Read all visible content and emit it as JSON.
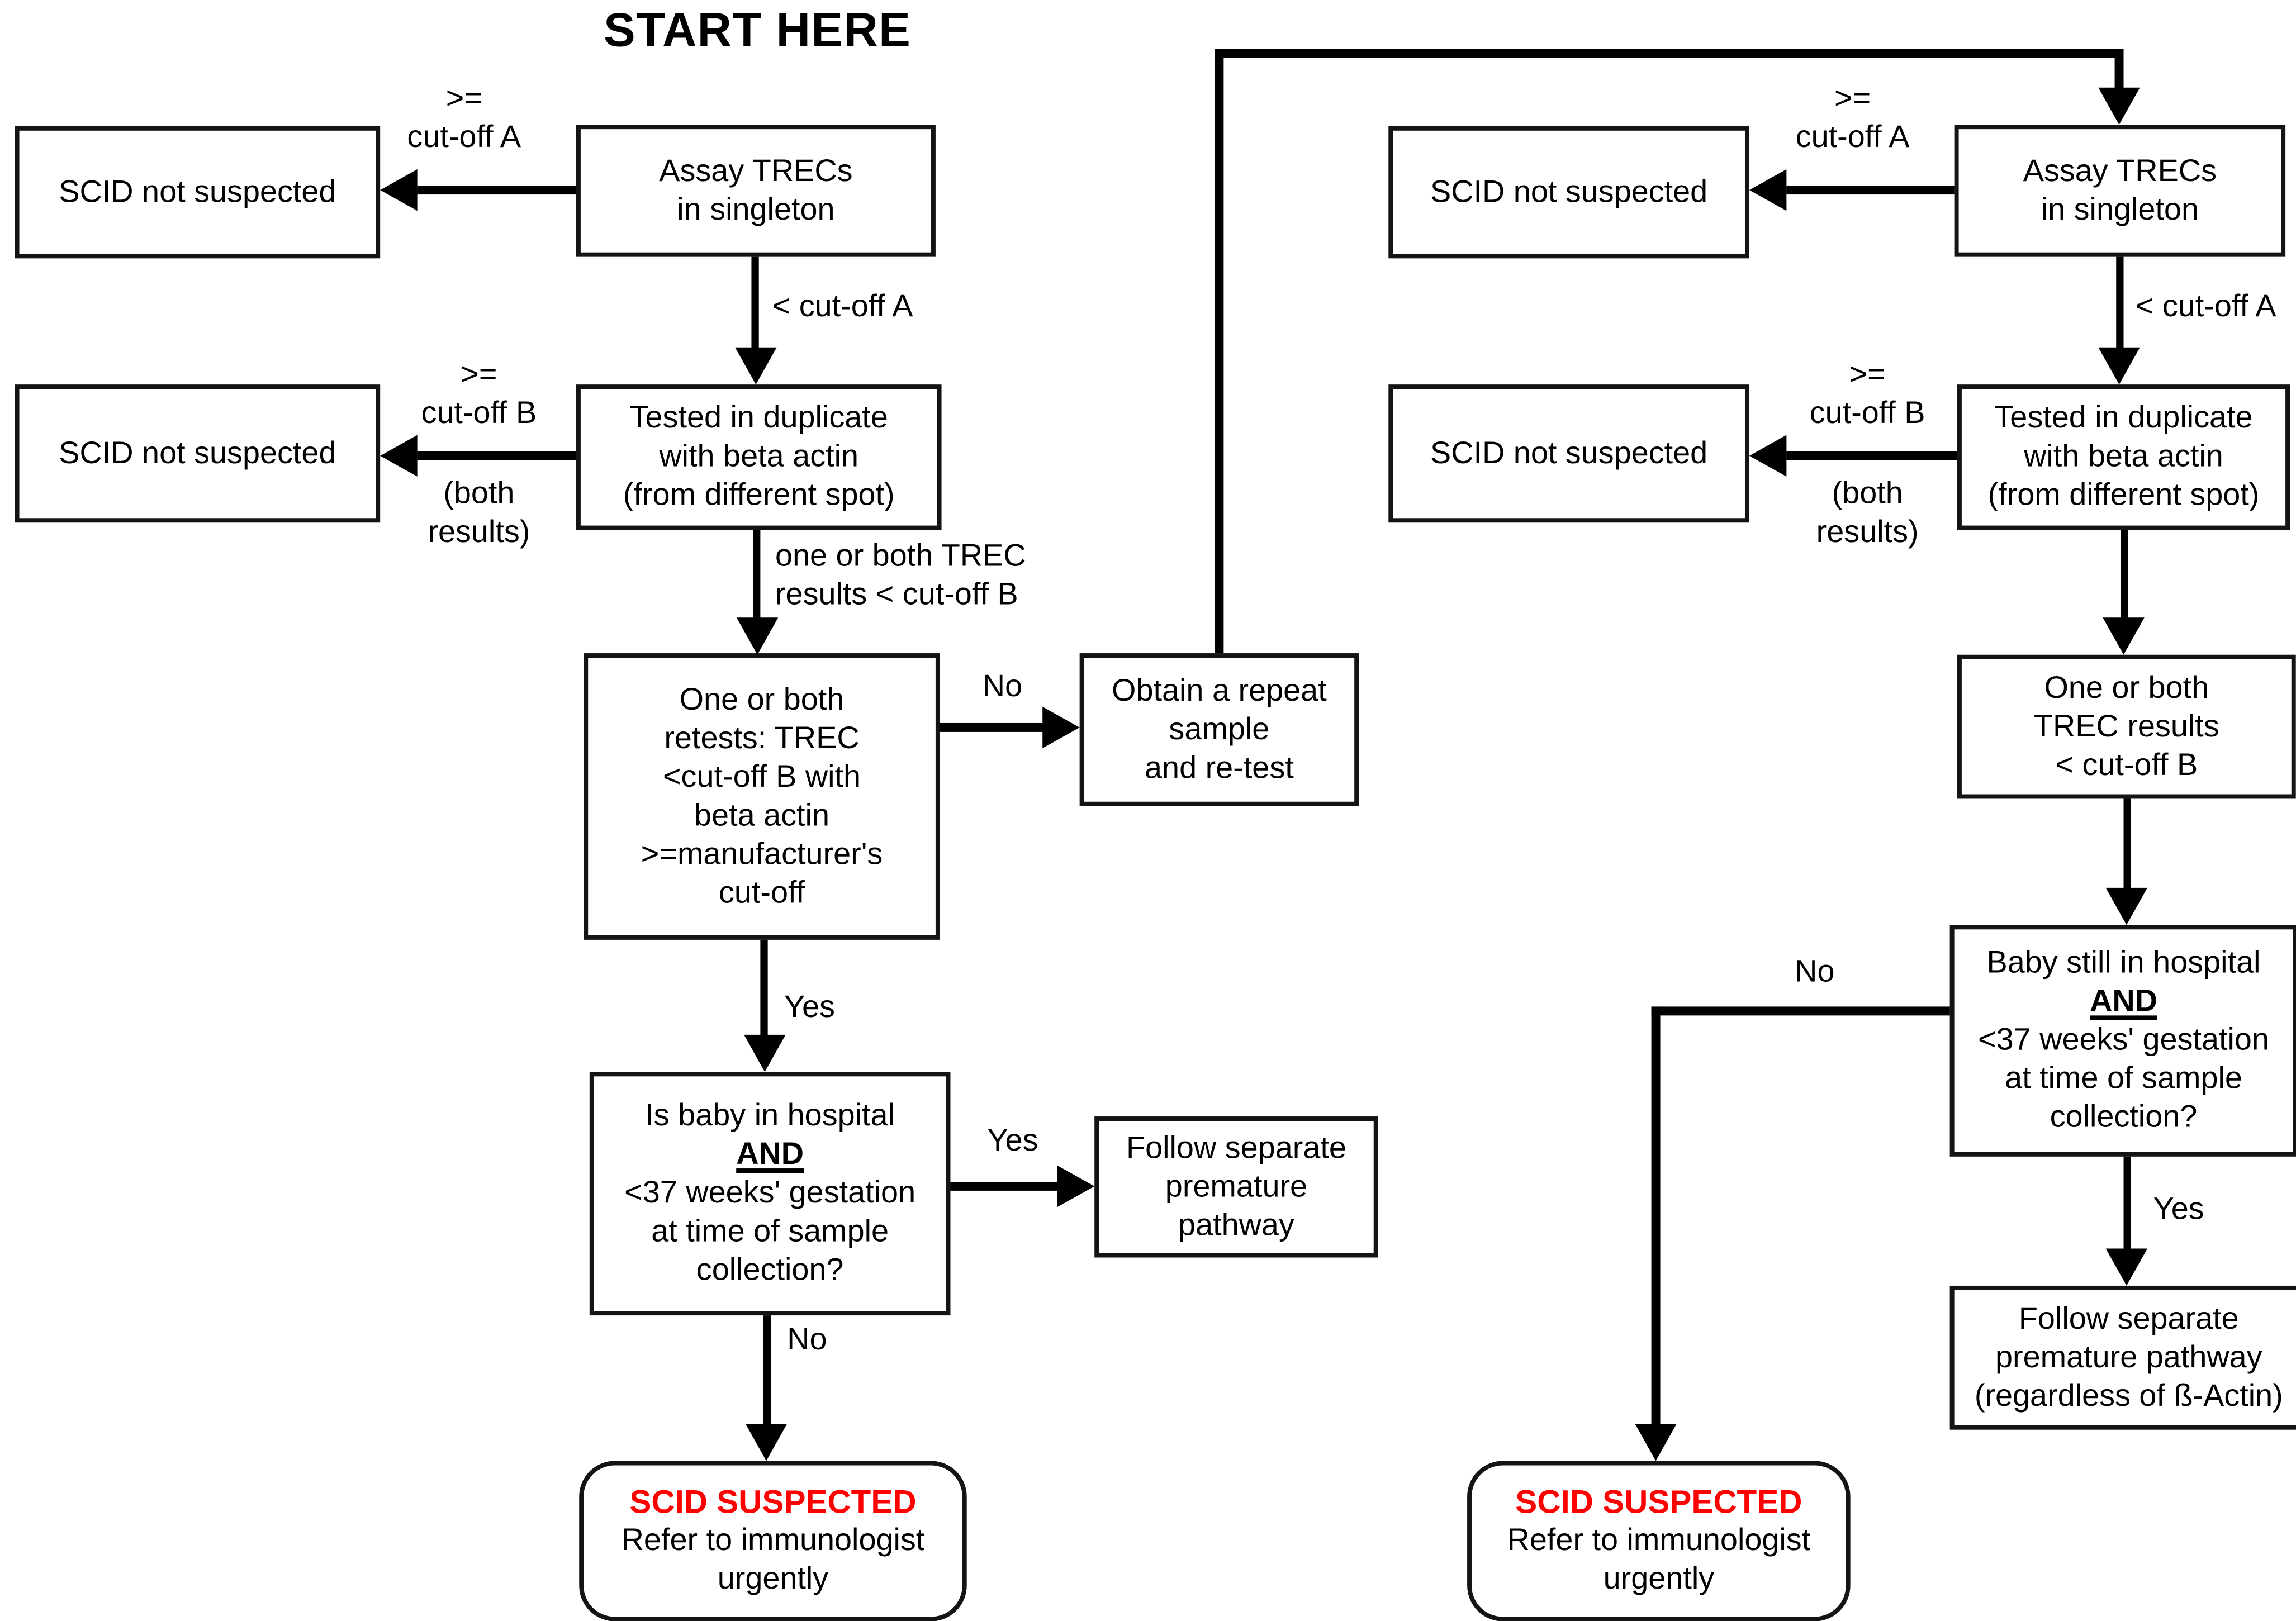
{
  "title": "START HERE",
  "colors": {
    "alert": "#ff0000",
    "line": "#000000"
  },
  "left": {
    "sns_top": "SCID not suspected",
    "assay": "Assay TRECs\nin singleton",
    "sns_mid": "SCID not suspected",
    "duplicate": "Tested in duplicate\nwith beta actin\n(from different spot)",
    "retest": "One or both\nretests: TREC\n<cut-off B with\nbeta actin\n>=manufacturer's\ncut-off",
    "repeat_sample": "Obtain a repeat\nsample\nand re-test",
    "hospital_q_line1": "Is baby in hospital",
    "hospital_q_and": "AND",
    "hospital_q_rest": "<37 weeks' gestation\nat time of sample\ncollection?",
    "premature": "Follow separate\npremature\npathway",
    "scid_title": "SCID SUSPECTED",
    "scid_body": "Refer to immunologist\nurgently",
    "labels": {
      "ge_cutoff_a": ">=\ncut-off A",
      "lt_cutoff_a": "< cut-off A",
      "ge_cutoff_b": ">=\ncut-off B",
      "both_results": "(both\nresults)",
      "one_or_both": "one or both TREC\nresults < cut-off B",
      "no_retest": "No",
      "yes_retest": "Yes",
      "yes_premature": "Yes",
      "no_premature": "No"
    }
  },
  "right": {
    "sns_top": "SCID not suspected",
    "assay": "Assay TRECs\nin singleton",
    "sns_mid": "SCID not suspected",
    "duplicate": "Tested in duplicate\nwith beta actin\n(from different spot)",
    "one_or_both": "One or both\nTREC results\n< cut-off B",
    "baby_q_line1": "Baby still in hospital",
    "baby_q_and": "AND",
    "baby_q_rest": "<37 weeks' gestation\nat time of sample\ncollection?",
    "premature": "Follow separate\npremature pathway\n(regardless of ß-Actin)",
    "scid_title": "SCID SUSPECTED",
    "scid_body": "Refer to immunologist\nurgently",
    "labels": {
      "ge_cutoff_a": ">=\ncut-off A",
      "lt_cutoff_a": "< cut-off A",
      "ge_cutoff_b": ">=\ncut-off B",
      "both_results": "(both\nresults)",
      "no_baby": "No",
      "yes_baby": "Yes"
    }
  }
}
